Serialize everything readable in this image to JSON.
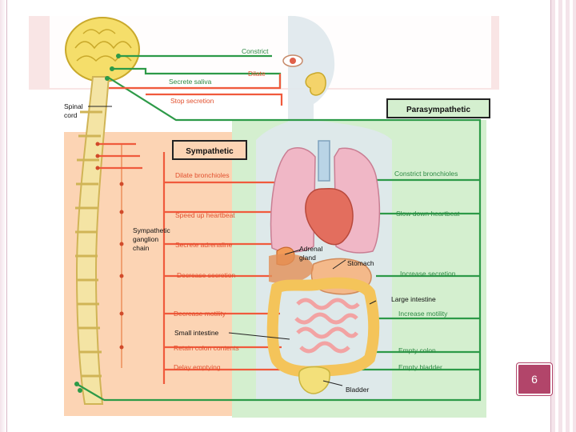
{
  "colors": {
    "sympathetic": "#f05a3c",
    "parasympathetic": "#2d9a48",
    "sympathetic_bg": "#fcd4b4",
    "parasympathetic_bg": "#d4efcf",
    "slide_accent": "#b2456a"
  },
  "diagram": {
    "boxes": {
      "sympathetic": "Sympathetic",
      "parasympathetic": "Parasympathetic"
    },
    "labels": {
      "spinal_cord": [
        "Spinal",
        "cord"
      ],
      "ganglion_chain": [
        "Sympathetic",
        "ganglion",
        "chain"
      ],
      "adrenal_gland": [
        "Adrenal",
        "gland"
      ],
      "stomach": "Stomach",
      "large_intestine": "Large intestine",
      "small_intestine": "Small intestine",
      "bladder": "Bladder"
    },
    "sympathetic_effects": [
      "Dilate",
      "Stop secretion",
      "Dilate bronchioles",
      "Speed up heartbeat",
      "Secrete adrenaline",
      "Decrease secretion",
      "Decrease motility",
      "Retain colon contents",
      "Delay emptying"
    ],
    "parasympathetic_effects": [
      "Constrict",
      "Secrete saliva",
      "Constrict bronchioles",
      "Slow down heartbeat",
      "Increase secretion",
      "Increase motility",
      "Empty colon",
      "Empty bladder"
    ]
  },
  "slide": {
    "number": "6"
  }
}
